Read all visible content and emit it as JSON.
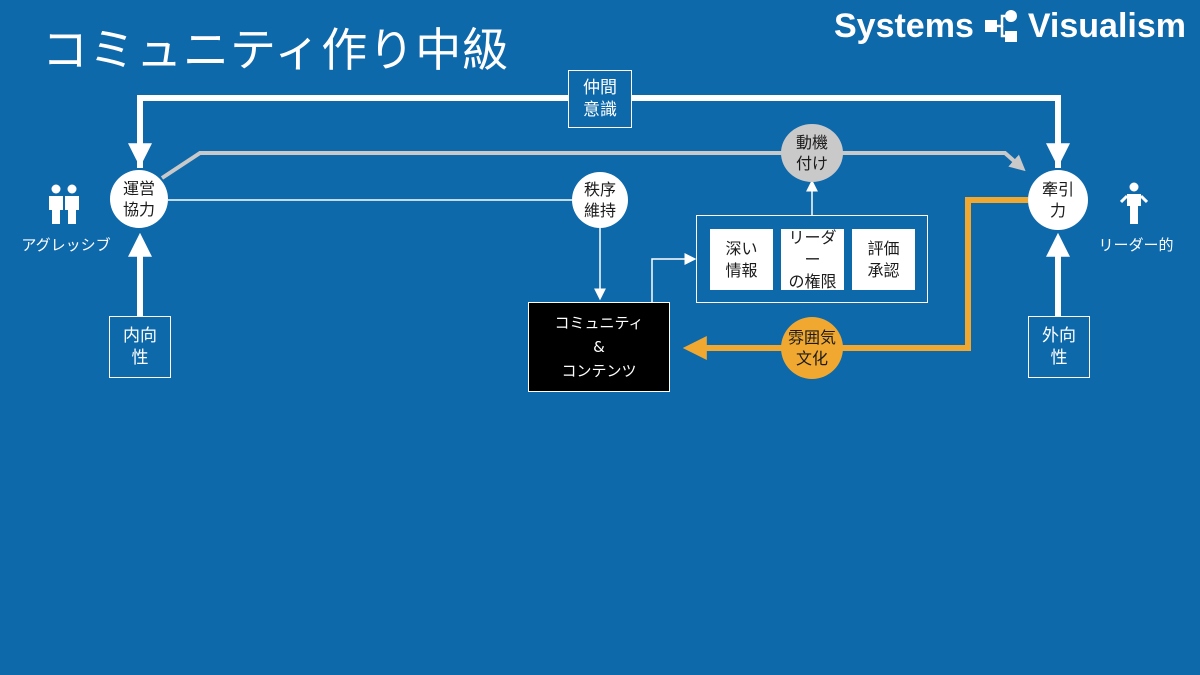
{
  "title": "コミュニティ作り中級",
  "brand": {
    "left": "Systems",
    "right": "Visualism"
  },
  "nodes": {
    "top_box": {
      "line1": "仲間",
      "line2": "意識"
    },
    "left_circle": {
      "line1": "運営",
      "line2": "協力"
    },
    "right_circle": {
      "line1": "牽引",
      "line2": "力"
    },
    "motivation": {
      "line1": "動機",
      "line2": "付け"
    },
    "order": {
      "line1": "秩序",
      "line2": "維持"
    },
    "culture": {
      "line1": "雰囲気",
      "line2": "文化"
    },
    "left_bottom": {
      "line1": "内向",
      "line2": "性"
    },
    "right_bottom": {
      "line1": "外向",
      "line2": "性"
    },
    "community": {
      "line1": "コミュニティ",
      "line2": "&",
      "line3": "コンテンツ"
    }
  },
  "cards": [
    {
      "line1": "深い",
      "line2": "情報"
    },
    {
      "line1": "リーダー",
      "line2": "の権限"
    },
    {
      "line1": "評価",
      "line2": "承認"
    }
  ],
  "side_labels": {
    "left": "アグレッシブ",
    "right": "リーダー的"
  },
  "colors": {
    "background": "#0e69ab",
    "accent": "#f0a830",
    "gray_line": "#c9c9c9",
    "white": "#ffffff"
  },
  "icons": {
    "left_person": "two-people-icon",
    "right_person": "leader-person-icon",
    "brand_logo": "systems-visualism-logo-icon"
  }
}
